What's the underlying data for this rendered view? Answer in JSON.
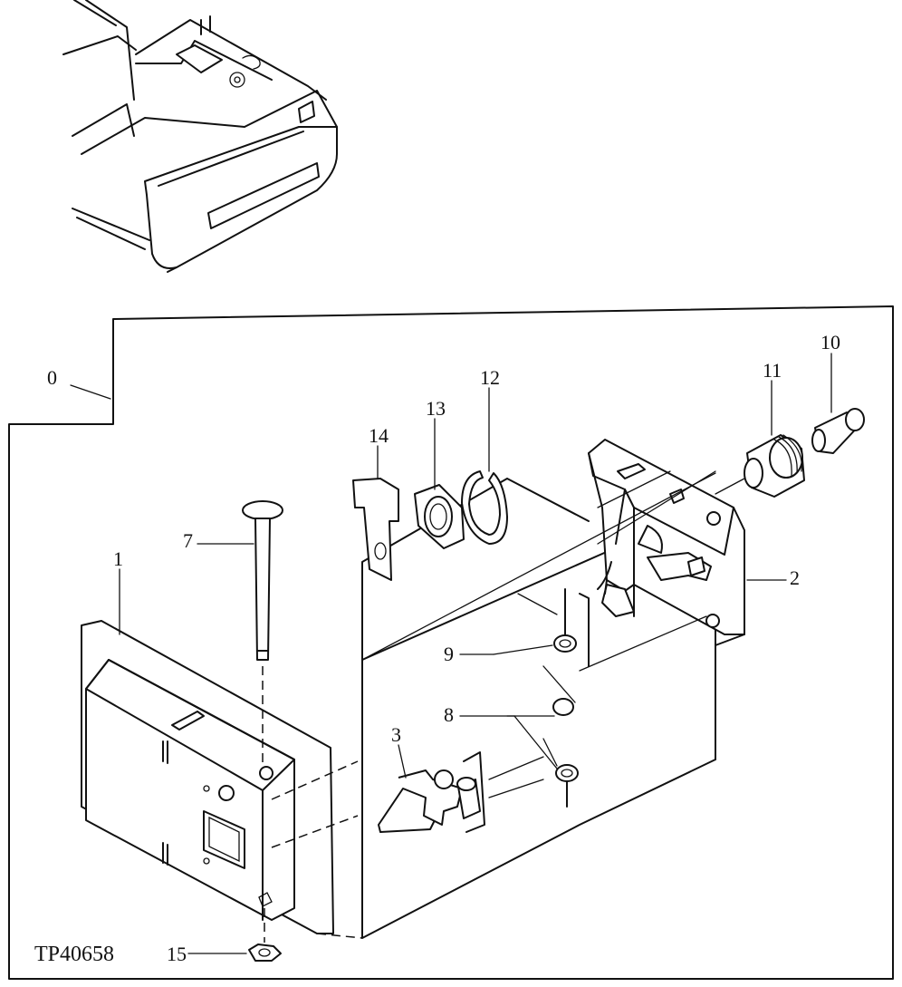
{
  "figure_id": "TP40658",
  "callouts": [
    {
      "id": "c0",
      "label": "0"
    },
    {
      "id": "c1",
      "label": "1"
    },
    {
      "id": "c2",
      "label": "2"
    },
    {
      "id": "c3",
      "label": "3"
    },
    {
      "id": "c7",
      "label": "7"
    },
    {
      "id": "c8",
      "label": "8"
    },
    {
      "id": "c9",
      "label": "9"
    },
    {
      "id": "c10",
      "label": "10"
    },
    {
      "id": "c11",
      "label": "11"
    },
    {
      "id": "c12",
      "label": "12"
    },
    {
      "id": "c13",
      "label": "13"
    },
    {
      "id": "c14",
      "label": "14"
    },
    {
      "id": "c15",
      "label": "15"
    }
  ]
}
